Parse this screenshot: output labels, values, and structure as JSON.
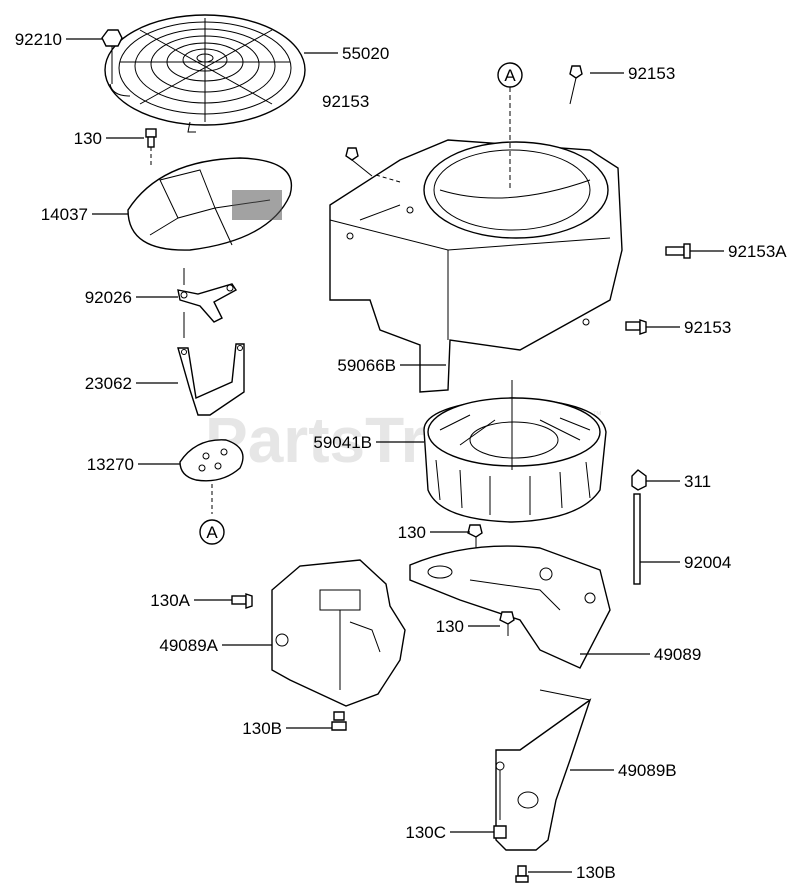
{
  "watermark": {
    "text": "PartsTree",
    "tm": "™"
  },
  "callouts": {
    "p92210": "92210",
    "p55020": "55020",
    "p130_a": "130",
    "p14037": "14037",
    "p92026": "92026",
    "p23062": "23062",
    "p13270": "13270",
    "ref_a_left": "A",
    "ref_a_top": "A",
    "p92153_top_right": "92153",
    "p92153_left": "92153",
    "p92153A": "92153A",
    "p92153_right": "92153",
    "p59066B": "59066B",
    "p59041B": "59041B",
    "p311": "311",
    "p130_b": "130",
    "p92004": "92004",
    "p130A": "130A",
    "p49089A": "49089A",
    "p130_c": "130",
    "p49089": "49089",
    "p130B_left": "130B",
    "p49089B": "49089B",
    "p130C": "130C",
    "p130B_bottom": "130B"
  }
}
